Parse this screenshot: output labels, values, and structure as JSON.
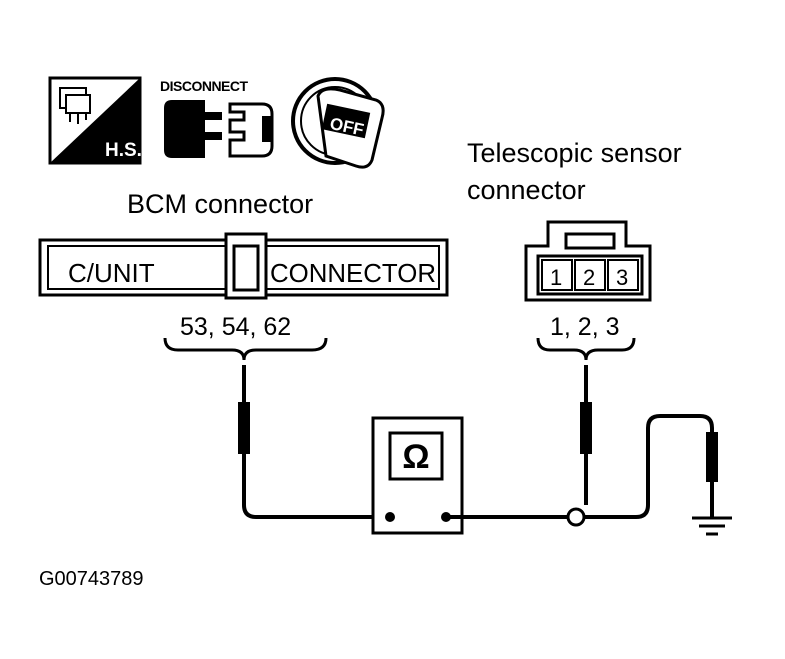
{
  "icons": {
    "hs": {
      "label": "H.S.",
      "name": "harness-service-icon"
    },
    "disconnect": {
      "label": "DISCONNECT",
      "name": "disconnect-connector-icon"
    },
    "ignition": {
      "label": "OFF",
      "name": "ignition-off-icon"
    }
  },
  "bcm": {
    "title": "BCM connector",
    "left_label": "C/UNIT",
    "right_label": "CONNECTOR",
    "pins": "53, 54, 62"
  },
  "telescopic": {
    "title_line1": "Telescopic sensor",
    "title_line2": "connector",
    "terminals": [
      "1",
      "2",
      "3"
    ],
    "pins": "1, 2, 3"
  },
  "meter": {
    "symbol": "Ω",
    "name": "ohmmeter"
  },
  "figure_id": "G00743789"
}
